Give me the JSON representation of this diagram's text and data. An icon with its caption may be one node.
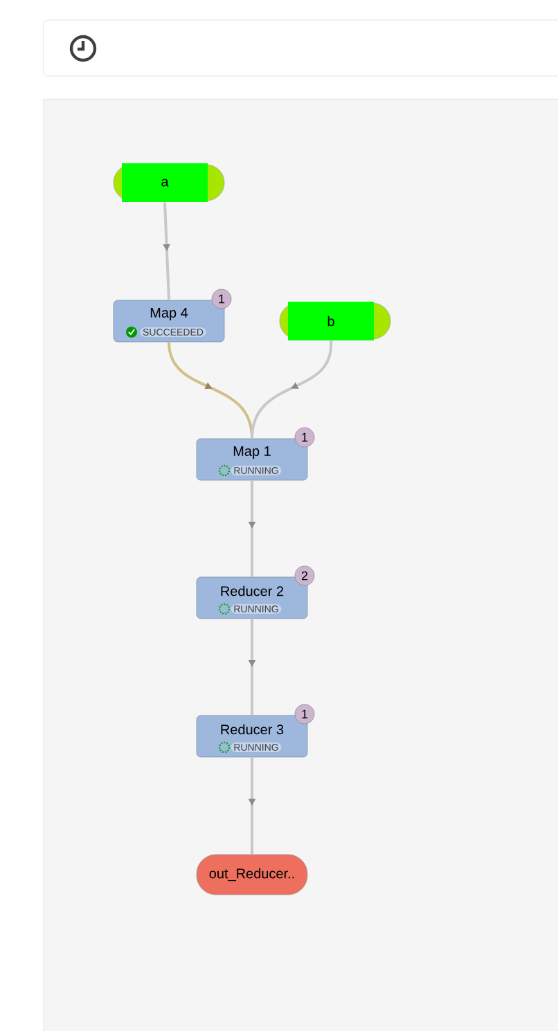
{
  "diagram": {
    "nodes": [
      {
        "text": [
          "a"
        ]
      },
      {
        "text": [
          "Map 4",
          "SUCCEEDED"
        ],
        "beside": [
          "1"
        ]
      },
      {
        "text": [
          "b"
        ]
      },
      {
        "text": [
          "Map 1",
          "RUNNING"
        ],
        "beside": [
          "1"
        ]
      },
      {
        "text": [
          "Reducer 2",
          "RUNNING"
        ],
        "beside": [
          "2"
        ]
      },
      {
        "text": [
          "Reducer 3",
          "RUNNING"
        ],
        "beside": [
          "1"
        ]
      },
      {
        "text": [
          "out_Reducer.."
        ]
      }
    ],
    "edges": [
      {
        "from": 0,
        "to": 1,
        "arrow": "to"
      },
      {
        "from": 1,
        "to": 3,
        "arrow": "to",
        "color": "#d2bf8a"
      },
      {
        "from": 2,
        "to": 3,
        "arrow": "to"
      },
      {
        "from": 3,
        "to": 4,
        "arrow": "to"
      },
      {
        "from": 4,
        "to": 5,
        "arrow": "to"
      },
      {
        "from": 5,
        "to": 6,
        "arrow": "to"
      }
    ]
  }
}
